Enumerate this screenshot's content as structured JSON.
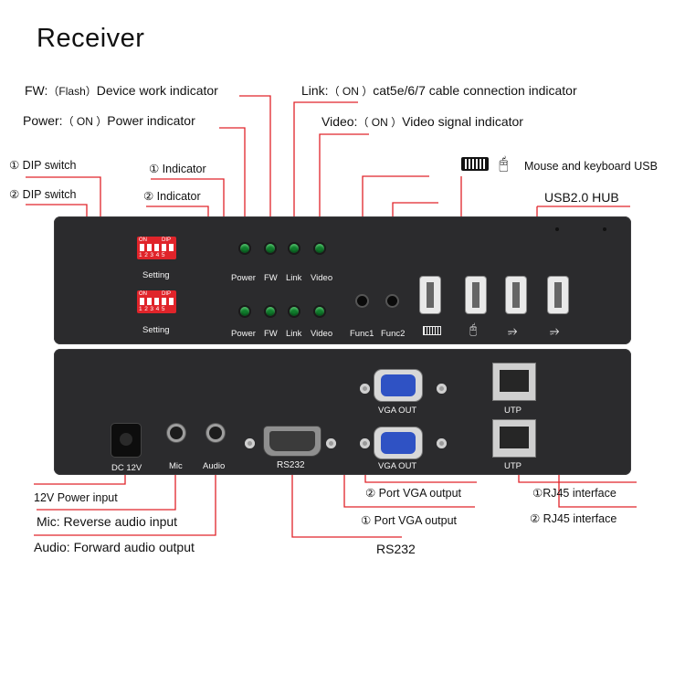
{
  "title": "Receiver",
  "labels": {
    "fw_key": "FW:",
    "fw_paren": "（Flash）",
    "fw_desc": "Device work indicator",
    "link_key": "Link:",
    "link_paren": "（ ON ）",
    "link_desc": "cat5e/6/7 cable connection indicator",
    "power_key": "Power:",
    "power_paren": "（ ON ）",
    "power_desc": "Power indicator",
    "video_key": "Video:",
    "video_paren": "（ ON ）",
    "video_desc": "Video signal indicator",
    "dip1": "① DIP switch",
    "dip2": "② DIP switch",
    "ind1": "① Indicator",
    "ind2": "② Indicator",
    "mouse_kb": "Mouse and keyboard USB",
    "usb_hub": "USB2.0 HUB",
    "power_input": "12V Power input",
    "mic_input": "Mic: Reverse audio input",
    "audio_output": "Audio: Forward audio output",
    "vga2": "② Port VGA output",
    "vga1": "① Port VGA output",
    "rs232": "RS232",
    "rj45_1": "①RJ45 interface",
    "rj45_2": "② RJ45 interface"
  },
  "front_panel": {
    "dip_on": "ON",
    "dip_dip": "DIP",
    "dip_nums": "12345",
    "setting": "Setting",
    "led_labels": [
      "Power",
      "FW",
      "Link",
      "Video"
    ],
    "func1": "Func1",
    "func2": "Func2"
  },
  "rear_panel": {
    "dc": "DC 12V",
    "mic": "Mic",
    "audio": "Audio",
    "rs232": "RS232",
    "vga_out": "VGA OUT",
    "utp": "UTP"
  },
  "colors": {
    "leader": "#e0242a",
    "panel": "#2b2b2d",
    "dip": "#e0242a",
    "led": "#0f7d2c",
    "vga": "#2f52c4"
  },
  "icons": [
    "keyboard-icon",
    "mouse-icon",
    "usb-icon"
  ]
}
